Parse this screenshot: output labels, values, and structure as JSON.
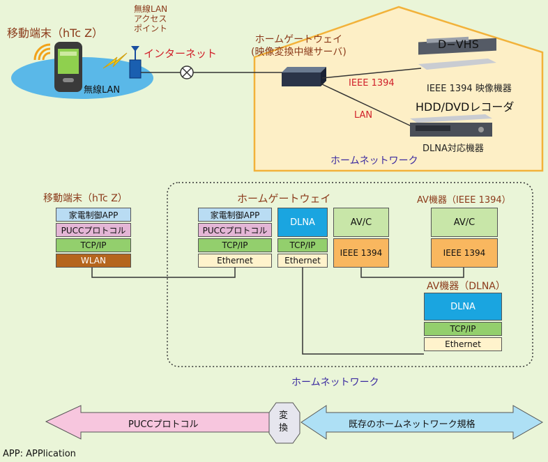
{
  "top": {
    "mobile_title": "移動端末（hTc Z）",
    "ap_label_1": "無線LAN",
    "ap_label_2": "アクセス",
    "ap_label_3": "ポイント",
    "wireless_lan": "無線LAN",
    "internet": "インターネット",
    "gateway_1": "ホームゲートウェイ",
    "gateway_2": "(映像変換中継サーバ)",
    "dvhs_title": "D−VHS",
    "ieee_link": "IEEE 1394",
    "ieee_device": "IEEE 1394 映像機器",
    "hdd_title": "HDD/DVDレコーダ",
    "lan_link": "LAN",
    "dlna_device": "DLNA対応機器",
    "home_network": "ホームネットワーク"
  },
  "stack": {
    "mobile_title": "移動端末（hTc Z）",
    "gateway_title": "ホームゲートウェイ",
    "av_ieee_title": "AV機器（IEEE 1394）",
    "av_dlna_title": "AV機器（DLNA）",
    "home_network": "ホームネットワーク",
    "app": "家電制御APP",
    "pucc": "PUCCプロトコル",
    "tcpip": "TCP/IP",
    "wlan": "WLAN",
    "ethernet": "Ethernet",
    "dlna": "DLNA",
    "avc": "AV/C",
    "ieee1394": "IEEE 1394"
  },
  "bottom": {
    "pucc_arrow": "PUCCプロトコル",
    "convert_1": "変",
    "convert_2": "換",
    "existing_arrow": "既存のホームネットワーク規格",
    "footnote": "APP: APPlication"
  },
  "colors": {
    "background": "#eaf5d8",
    "house_fill": "#fdefc6",
    "house_stroke": "#f2b23a",
    "pucc_arrow": "#f7c6de",
    "existing_arrow": "#aee0f5"
  }
}
